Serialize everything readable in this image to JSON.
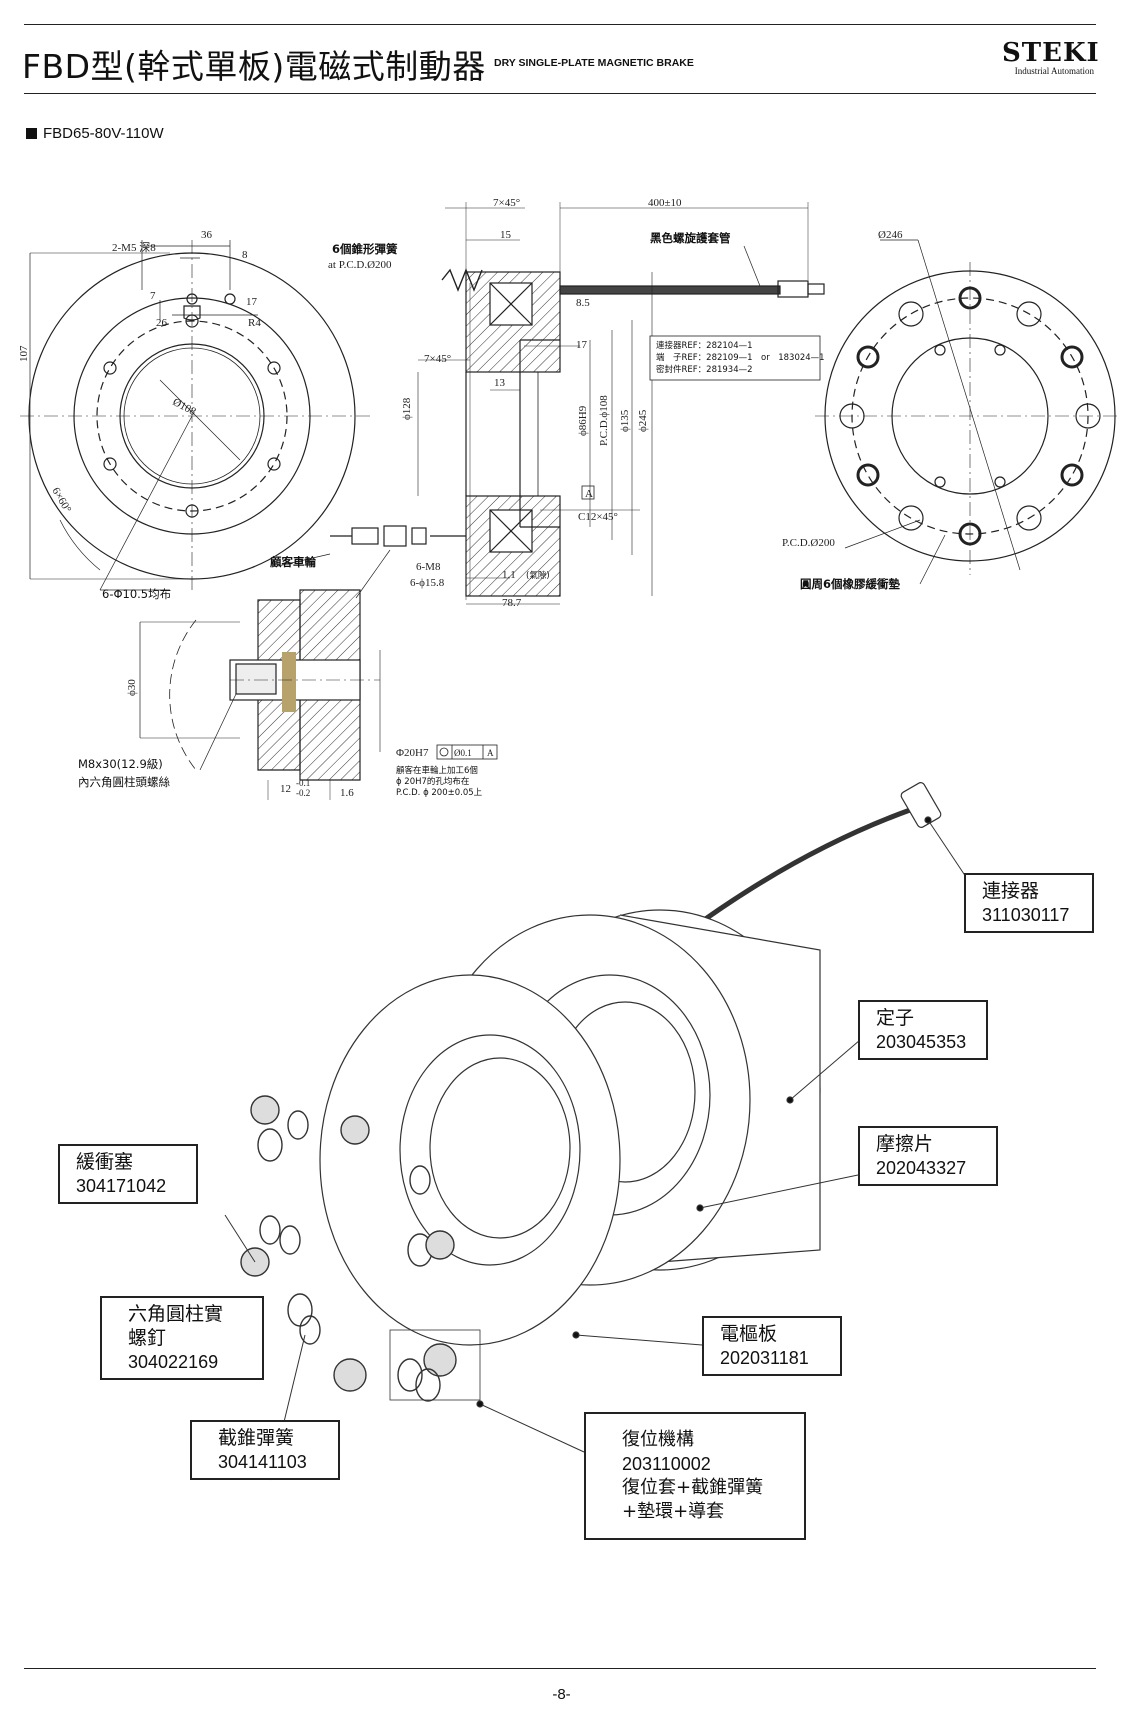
{
  "header": {
    "title": "FBD型(幹式單板)電磁式制動器",
    "subtitle": "DRY SINGLE-PLATE MAGNETIC BRAKE",
    "logo": "STEKI",
    "logo_sub": "Industrial Automation"
  },
  "model": "FBD65-80V-110W",
  "drawing": {
    "front": {
      "d2m5": "2-M5 深8",
      "d36": "36",
      "d8": "8",
      "d7": "7",
      "d17": "17",
      "d26": "26",
      "r4": "R4",
      "d107": "107",
      "d108": "Ø108",
      "a60": "6×60°",
      "holes": "6-Φ10.5均布"
    },
    "section": {
      "d7x45": "7×45°",
      "d15": "15",
      "spring_label": "6個錐形彈簧",
      "spring_pcd": "at P.C.D.Ø200",
      "d400": "400±10",
      "tube_label": "黑色螺旋護套管",
      "d8_5": "8.5",
      "d17": "17",
      "d7x45b": "7×45°",
      "d13": "13",
      "d128": "ϕ128",
      "d86": "ϕ86H9",
      "pcd108": "P.C.D.ϕ108",
      "d135": "ϕ135",
      "d245": "ϕ245",
      "datumA": "A",
      "c12": "C12×45°",
      "ref1": "連接器REF：282104—1",
      "ref2": "端　子REF：282109—1　or　183024—1",
      "ref3": "密封件REF：281934—2",
      "m8": "6-M8",
      "d15_8": "6-ϕ15.8",
      "d1_1": "1.1",
      "gap": "(氣隙)",
      "d78_7": "78.7",
      "wheel": "顧客車輪"
    },
    "rear": {
      "d246": "Ø246",
      "pcd200": "P.C.D.Ø200",
      "damper": "圓周6個橡膠緩衝墊"
    },
    "detail": {
      "d30": "ϕ30",
      "screw1": "M8x30(12.9級)",
      "screw2": "內六角圓柱頭螺絲",
      "d12": "12",
      "tol_up": "-0.1",
      "tol_dn": "-0.2",
      "d1_6": "1.6",
      "fit": "Φ20H7",
      "gdt_tol": "Ø0.1",
      "gdt_ref": "A",
      "note1": "顧客在車輪上加工6個",
      "note2": "ϕ 20H7的孔均布在",
      "note3": "P.C.D. ϕ 200±0.05上"
    }
  },
  "parts": [
    {
      "name": "連接器",
      "code": "311030117"
    },
    {
      "name": "定子",
      "code": "203045353"
    },
    {
      "name": "摩擦片",
      "code": "202043327"
    },
    {
      "name": "電樞板",
      "code": "202031181"
    },
    {
      "name": "緩衝塞",
      "code": "304171042"
    },
    {
      "name": "六角圓柱實",
      "name2": "螺釘",
      "code": "304022169"
    },
    {
      "name": "截錐彈簧",
      "code": "304141103"
    },
    {
      "name": "復位機構",
      "code": "203110002",
      "desc1": "復位套+截錐彈簧",
      "desc2": "+墊環+導套"
    }
  ],
  "page_number": "-8-"
}
